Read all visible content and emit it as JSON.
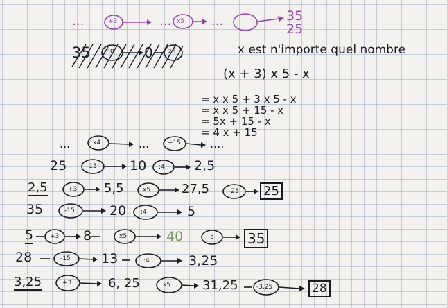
{
  "top_row": {
    "dots_start": "...",
    "op1": "+3",
    "op2": "x5",
    "dots_mid": "...",
    "op3": "...",
    "result_a": "35",
    "result_b": "25"
  },
  "crossed_row": {
    "start": "35",
    "op1": "-30",
    "middle": "0",
    "op2": "25"
  },
  "statement": "x est n'importe quel nombre",
  "expression": "(x + 3) x 5 - x",
  "derivation": [
    "= x x 5 + 3 x 5 - x",
    "= x x 5 + 15 - x",
    "= 5x + 15 - x",
    "= 4 x + 15"
  ],
  "general_row": {
    "dots_start": "...",
    "op1": "x4",
    "dots_mid": "...",
    "op2": "+15",
    "dots_end": "...."
  },
  "chain_rows": [
    {
      "n0": "25",
      "o1": "-15",
      "n1": "10",
      "o2": ":4",
      "n2": "2,5"
    },
    {
      "n0": "2,5",
      "o1": "+3",
      "n1": "5,5",
      "o2": "x5",
      "n2": "27,5",
      "o3": "-25",
      "n3": "25"
    },
    {
      "n0": "35",
      "o1": "-15",
      "n1": "20",
      "o2": ":4",
      "n2": "5"
    },
    {
      "n0": "5",
      "o1": "+3",
      "n1": "8",
      "o2": "x5",
      "n2": "40",
      "o3": "-5",
      "n3": "35"
    },
    {
      "n0": "28",
      "o1": "-15",
      "n1": "13",
      "o2": ":4",
      "n2": "3,25"
    },
    {
      "n0": "3,25",
      "o1": "+3",
      "n1": "6, 25",
      "o2": "x5",
      "n2": "31,25",
      "o3": "-3,25",
      "n3": "28"
    }
  ],
  "colors": {
    "ink": "#1b1b24",
    "pen_purple": "#9b3fb6",
    "grid": "#8c9bbe",
    "paper": "#f4f2ef"
  }
}
